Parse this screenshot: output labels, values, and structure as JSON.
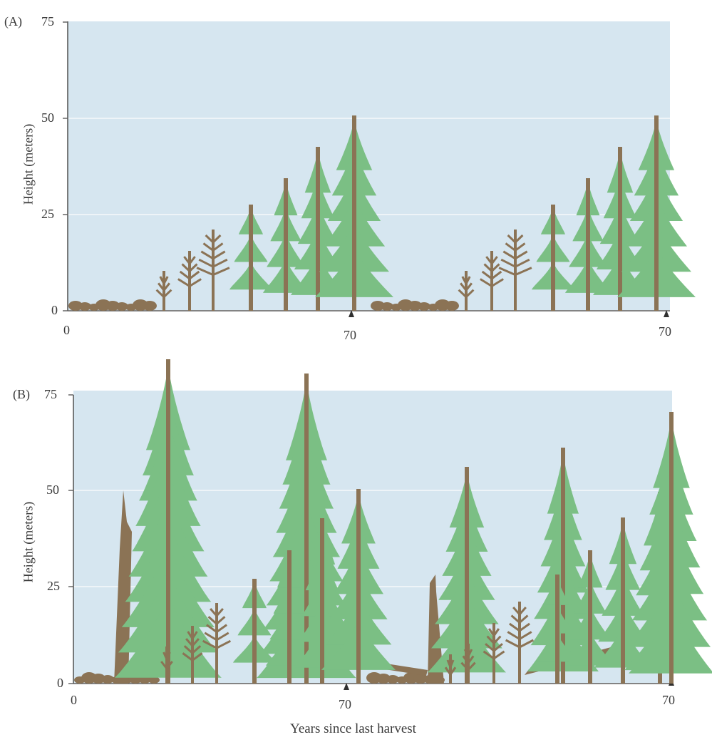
{
  "panel_a": {
    "label": "(A)",
    "y_axis_label": "Height (meters)",
    "y_ticks": [
      "75",
      "50",
      "25",
      "0"
    ],
    "x_ticks": [
      "0",
      "70",
      "70"
    ]
  },
  "panel_b": {
    "label": "(B)",
    "y_axis_label": "Height (meters)",
    "y_ticks": [
      "75",
      "50",
      "25",
      "0"
    ],
    "x_ticks": [
      "0",
      "70",
      "70"
    ],
    "x_axis_label": "Years since last harvest"
  },
  "colors": {
    "sky": "#d6e6f0",
    "foliage": "#7bbf84",
    "trunk": "#8b7355",
    "ground": "#8b7355"
  }
}
